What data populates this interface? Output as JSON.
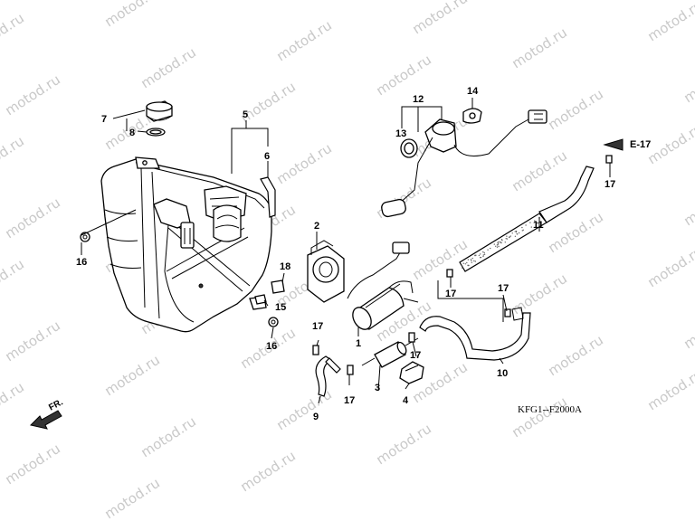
{
  "watermark": "motod.ru",
  "diagram_code": "KFG1--F2000A",
  "ref_page": "E-17",
  "direction_label": "FR.",
  "callouts": {
    "c1": "1",
    "c2": "2",
    "c3": "3",
    "c4": "4",
    "c5": "5",
    "c6": "6",
    "c7": "7",
    "c8": "8",
    "c9": "9",
    "c10": "10",
    "c11": "11",
    "c12": "12",
    "c13": "13",
    "c14": "14",
    "c15": "15",
    "c16a": "16",
    "c16b": "16",
    "c17a": "17",
    "c17b": "17",
    "c17c": "17",
    "c17d": "17",
    "c17e": "17",
    "c17f": "17",
    "c18": "18"
  },
  "colors": {
    "line": "#000000",
    "watermark": "#c9c9c9",
    "background": "#ffffff"
  }
}
